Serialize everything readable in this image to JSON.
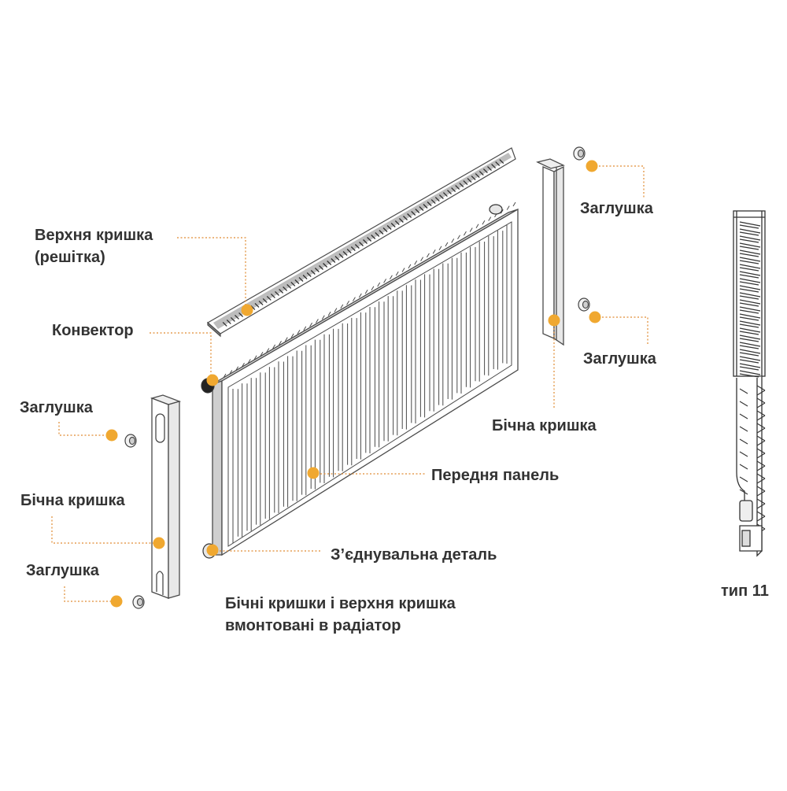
{
  "colors": {
    "callout_dot": "#f0a830",
    "leader_line": "#e08a30",
    "outline": "#4a4a4a",
    "text": "#333333"
  },
  "labels": {
    "top_cover": "Верхня кришка",
    "top_cover_sub": "(решітка)",
    "convector": "Конвектор",
    "plug_top_right": "Заглушка",
    "plug_mid_right": "Заглушка",
    "plug_left_top": "Заглушка",
    "side_cover_left": "Бічна кришка",
    "plug_left_bottom": "Заглушка",
    "side_cover_right": "Бічна кришка",
    "front_panel": "Передня панель",
    "connecting_part": "З’єднувальна деталь",
    "note_line1": "Бічні кришки і верхня кришка",
    "note_line2": "вмонтовані в радіатор",
    "type": "тип 11"
  }
}
